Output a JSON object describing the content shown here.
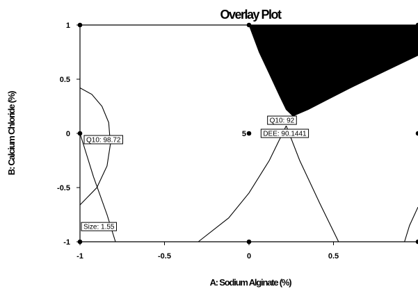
{
  "chart_data": {
    "type": "contour",
    "title": "Overlay Plot",
    "xlabel": "A: Sodium Alginate (%)",
    "ylabel": "B: Calcium Chloride (%)",
    "xlim": [
      -1,
      1
    ],
    "ylim": [
      -1,
      1
    ],
    "x_ticks": [
      "-1",
      "-0.5",
      "0",
      "0.5"
    ],
    "y_ticks": [
      "-1",
      "-0.5",
      "0",
      "0.5",
      "1"
    ],
    "design_points": [
      {
        "x": -1,
        "y": 1
      },
      {
        "x": 0,
        "y": 1
      },
      {
        "x": 1,
        "y": 1
      },
      {
        "x": -1,
        "y": 0
      },
      {
        "x": 0,
        "y": 0
      },
      {
        "x": 1,
        "y": 0
      },
      {
        "x": -1,
        "y": -1
      },
      {
        "x": 0,
        "y": -1
      },
      {
        "x": 1,
        "y": -1
      }
    ],
    "center_point_label": "5",
    "shaded_region": [
      {
        "x": 0.0,
        "y": 1.0
      },
      {
        "x": 1.0,
        "y": 1.0
      },
      {
        "x": 1.0,
        "y": 0.72
      },
      {
        "x": 0.8,
        "y": 0.57
      },
      {
        "x": 0.6,
        "y": 0.42
      },
      {
        "x": 0.45,
        "y": 0.3
      },
      {
        "x": 0.35,
        "y": 0.22
      },
      {
        "x": 0.26,
        "y": 0.16
      },
      {
        "x": 0.22,
        "y": 0.22
      },
      {
        "x": 0.18,
        "y": 0.35
      },
      {
        "x": 0.12,
        "y": 0.55
      },
      {
        "x": 0.06,
        "y": 0.75
      }
    ],
    "contours": [
      {
        "points": [
          {
            "x": -1.0,
            "y": 0.42
          },
          {
            "x": -0.93,
            "y": 0.36
          },
          {
            "x": -0.87,
            "y": 0.25
          },
          {
            "x": -0.83,
            "y": 0.1
          },
          {
            "x": -0.82,
            "y": -0.1
          },
          {
            "x": -0.84,
            "y": -0.3
          },
          {
            "x": -0.9,
            "y": -0.5
          },
          {
            "x": -1.0,
            "y": -0.66
          }
        ]
      },
      {
        "points": [
          {
            "x": -1.0,
            "y": 0.0
          },
          {
            "x": -0.92,
            "y": -0.4
          },
          {
            "x": -0.84,
            "y": -0.75
          },
          {
            "x": -0.79,
            "y": -1.0
          }
        ]
      },
      {
        "points": [
          {
            "x": 0.22,
            "y": 0.07
          },
          {
            "x": 0.3,
            "y": -0.25
          },
          {
            "x": 0.42,
            "y": -0.65
          },
          {
            "x": 0.53,
            "y": -1.0
          }
        ]
      },
      {
        "points": [
          {
            "x": 0.22,
            "y": 0.07
          },
          {
            "x": 0.12,
            "y": -0.25
          },
          {
            "x": 0.0,
            "y": -0.55
          },
          {
            "x": -0.12,
            "y": -0.78
          },
          {
            "x": -0.3,
            "y": -1.0
          }
        ]
      },
      {
        "points": [
          {
            "x": 0.92,
            "y": -1.0
          },
          {
            "x": 0.95,
            "y": -0.85
          },
          {
            "x": 1.0,
            "y": -0.68
          }
        ]
      }
    ],
    "annotations": [
      {
        "x": -1.0,
        "y": 0.0,
        "text": "Q10: 98.72"
      },
      {
        "x": 0.22,
        "y": 0.07,
        "text": "Q10: 92"
      },
      {
        "x": 0.22,
        "y": 0.0,
        "text": "DEE: 90.1441"
      },
      {
        "x": -1.0,
        "y": -0.86,
        "text": "Size: 1.55"
      }
    ]
  }
}
